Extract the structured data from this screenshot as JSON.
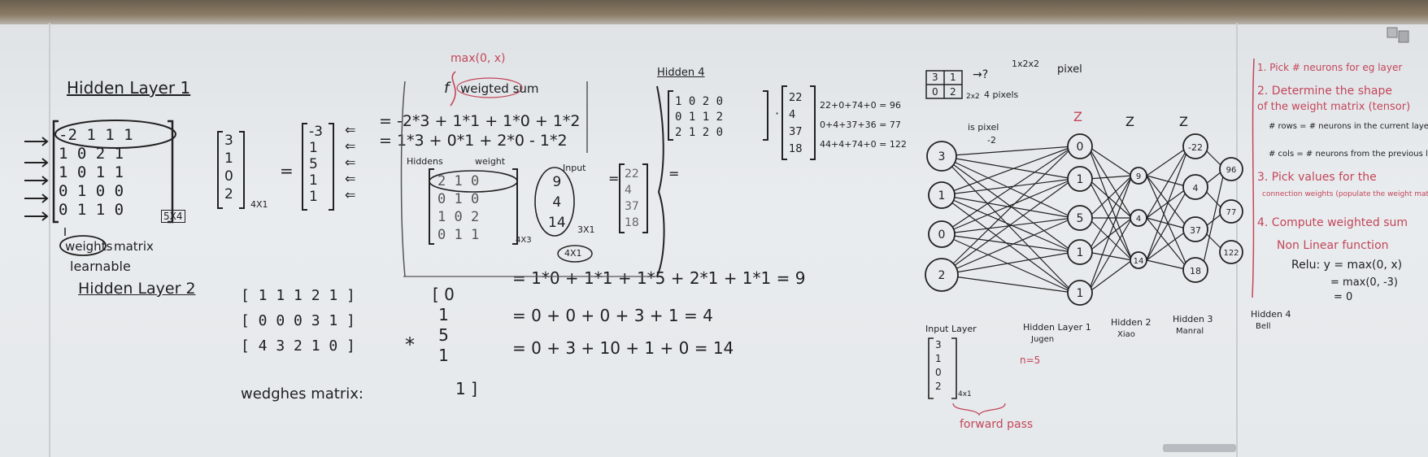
{
  "left_section": {
    "title": "Hidden Layer 1",
    "weights_rows": [
      "-2 1 1 1",
      "1 0 2 1",
      "1 0 1 1",
      "0 1 0 0",
      "0 1 1 0"
    ],
    "weights_dim": "5X4",
    "input_col": [
      "3",
      "1",
      "0",
      "2"
    ],
    "input_dim": "4X1",
    "output_col": [
      "-3",
      "1",
      "5",
      "1",
      "1"
    ],
    "weights_label_1": "weights",
    "weights_label_2": "matrix",
    "learnable": "learnable",
    "hidden2_title": "Hidden Layer 2",
    "w2_rows": [
      "[ 1 1 1 2 1 ]",
      "[ 0 0 0 3 1 ]",
      "[ 4 3 2 1 0 ]"
    ],
    "w2_caption": "wedghes matrix:",
    "vector": [
      "[ 0",
      "1",
      "5",
      "1",
      "1 ]"
    ],
    "star": "*",
    "eq1": "= 1*0 + 1*1 + 1*5 + 2*1 + 1*1 = 9",
    "eq2": "= 0 + 0 + 0 + 3 + 1 = 4",
    "eq3": "= 0 + 3 + 10 + 1 + 0 = 14"
  },
  "middle_section": {
    "relu_note": "max(0, x)",
    "f_label": "f",
    "weighted_sum": "weigted sum",
    "calc1": "= -2*3 + 1*1 + 1*0 + 1*2",
    "calc2": "= 1*3 + 0*1 + 2*0 - 1*2",
    "hiddens_label": "Hiddens",
    "weight_label": "weight",
    "input_label": "Input",
    "h_rows": [
      "2 1 0",
      "0 1 0",
      "1 0 2",
      "0 1 1"
    ],
    "h_dim": "4X3",
    "in_col": [
      "9",
      "4",
      "14"
    ],
    "in_dim": "3X1",
    "out_dim": "4X1",
    "result_col": [
      "22",
      "4",
      "37",
      "18"
    ]
  },
  "hidden4_section": {
    "title": "Hidden 4",
    "rows": [
      "1 0 2 0",
      "0 1 1 2",
      "2 1 2 0"
    ],
    "vec": [
      "22",
      "4",
      "37",
      "18"
    ],
    "eqs": [
      "22+0+74+0 = 96",
      "0+4+37+36 = 77",
      "44+4+74+0 = 122"
    ]
  },
  "network_section": {
    "pixel_grid": [
      "3",
      "1",
      "0",
      "2"
    ],
    "grid_dim": "2x2",
    "pixels_note": "4 pixels",
    "pixel_dims": "1x2x2",
    "pixel_word": "pixel",
    "is_pixel": "is pixel",
    "edge_label": "-2",
    "z_label": "Z",
    "input_nodes": [
      "3",
      "1",
      "0",
      "2"
    ],
    "h1_nodes": [
      "0",
      "1",
      "5",
      "1",
      "1"
    ],
    "h2_nodes": [
      "9",
      "4",
      "14"
    ],
    "h3_nodes": [
      "-22",
      "4",
      "37",
      "18"
    ],
    "h4_nodes": [
      "96",
      "77",
      "122"
    ],
    "layer_labels": [
      "Input Layer",
      "Hidden Layer 1",
      "Hidden 2",
      "Hidden 3",
      "Hidden 4"
    ],
    "layer_names": [
      "Jugen",
      "Xiao",
      "Manral",
      "Bell"
    ],
    "n_label": "n=5",
    "input_vec": [
      "3",
      "1",
      "0",
      "2"
    ],
    "input_vec_dim": "4x1",
    "forward_pass": "forward pass"
  },
  "notes": {
    "n1": "1. Pick # neurons for eg layer",
    "n2": "2. Determine the shape",
    "n2b": "of the weight matrix (tensor)",
    "n2c": "# rows = # neurons in the current layer",
    "n2d": "# cols = # neurons from the previous layer",
    "n3": "3. Pick values for the",
    "n3b": "connection weights (populate the weight matrix)",
    "n4": "4. Compute weighted sum",
    "n5": "Non Linear function",
    "relu1": "Relu: y = max(0, x)",
    "relu2": "= max(0, -3)",
    "relu3": "= 0"
  }
}
